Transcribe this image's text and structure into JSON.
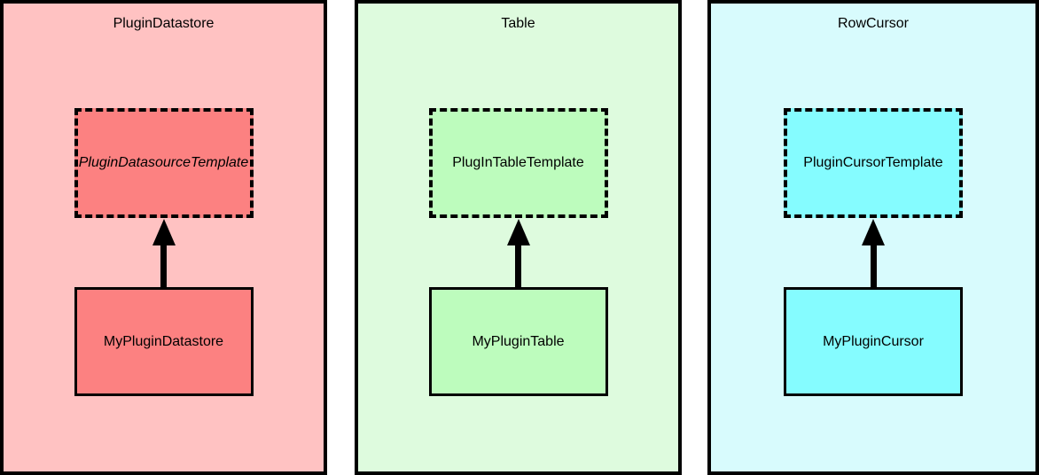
{
  "panels": [
    {
      "title": "PluginDatastore",
      "template_box": {
        "label": "PluginDatasourceTemplate",
        "border_style": "dashed",
        "italic": true
      },
      "class_box": {
        "label": "MyPluginDatastore",
        "border_style": "solid",
        "italic": false
      },
      "arrow": {
        "direction": "up",
        "from": "MyPluginDatastore",
        "to": "PluginDatasourceTemplate"
      },
      "colors": {
        "background": "#ffc2c2",
        "box_fill": "#fc8181",
        "border": "#000000"
      }
    },
    {
      "title": "Table",
      "template_box": {
        "label": "PlugInTableTemplate",
        "border_style": "dashed",
        "italic": false
      },
      "class_box": {
        "label": "MyPluginTable",
        "border_style": "solid",
        "italic": false
      },
      "arrow": {
        "direction": "up",
        "from": "MyPluginTable",
        "to": "PlugInTableTemplate"
      },
      "colors": {
        "background": "#defbde",
        "box_fill": "#bdfcbd",
        "border": "#000000"
      }
    },
    {
      "title": "RowCursor",
      "template_box": {
        "label": "PluginCursorTemplate",
        "border_style": "dashed",
        "italic": false
      },
      "class_box": {
        "label": "MyPluginCursor",
        "border_style": "solid",
        "italic": false
      },
      "arrow": {
        "direction": "up",
        "from": "MyPluginCursor",
        "to": "PluginCursorTemplate"
      },
      "colors": {
        "background": "#d8fbfd",
        "box_fill": "#85fcff",
        "border": "#000000"
      }
    }
  ]
}
